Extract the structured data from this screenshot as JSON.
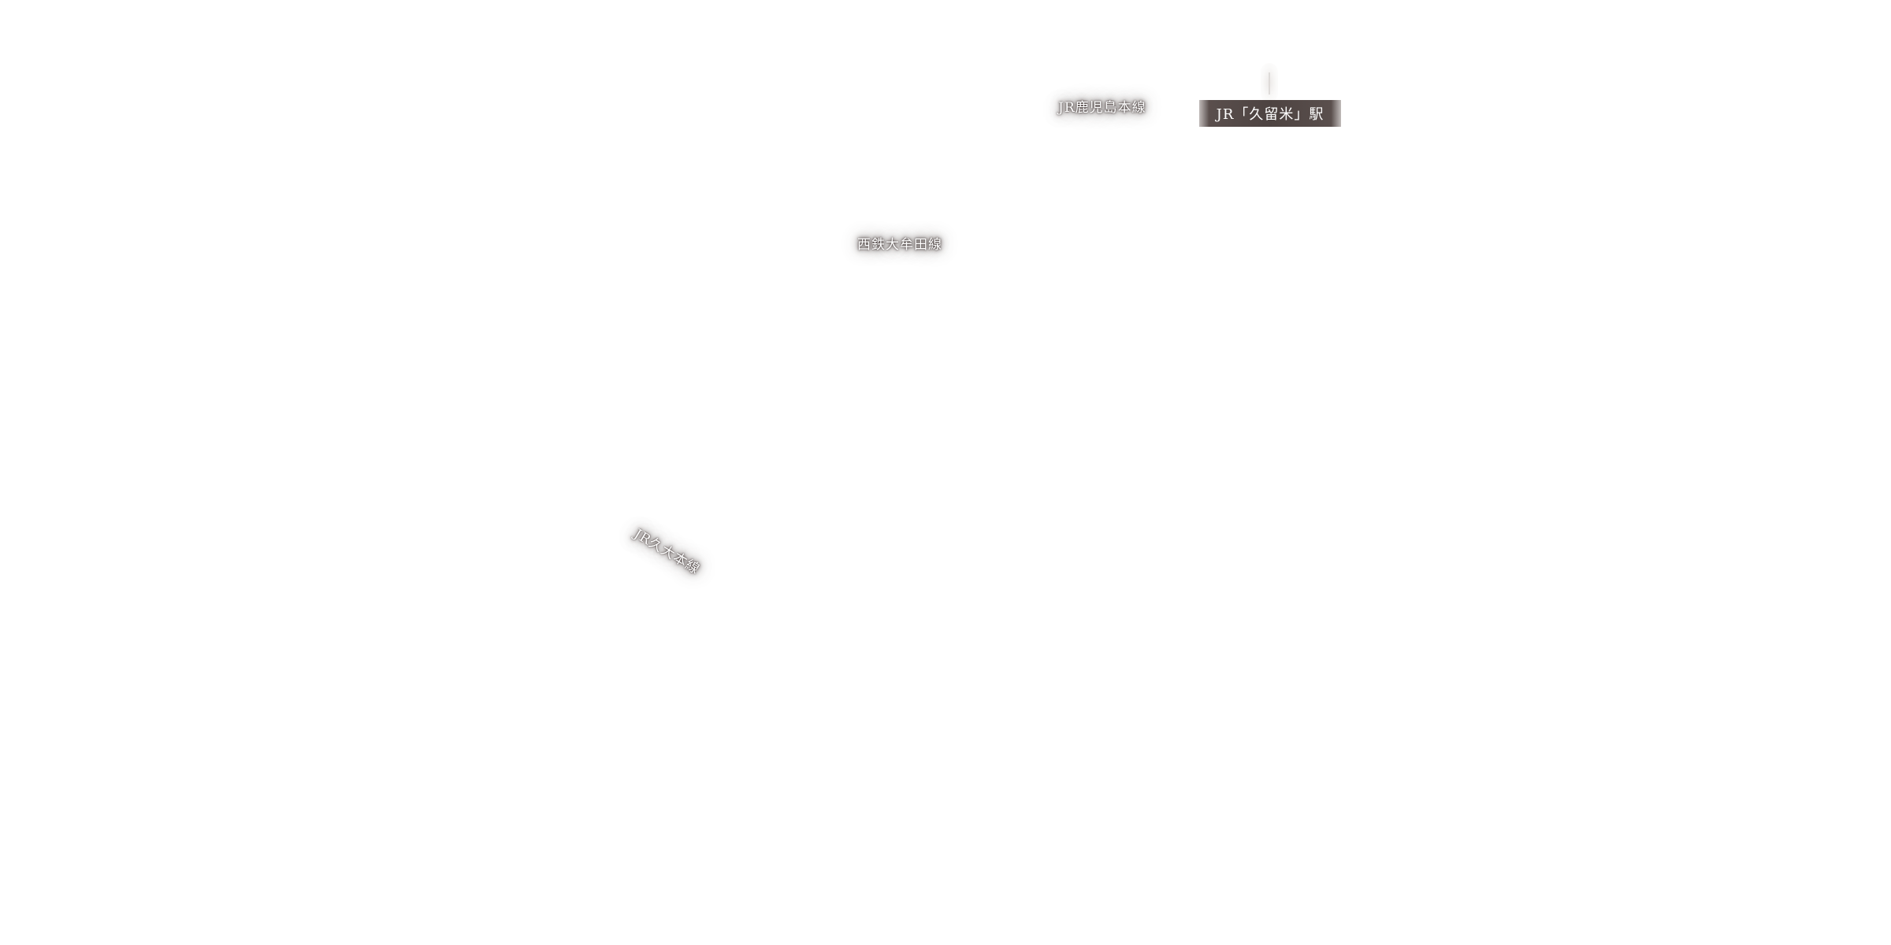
{
  "map": {
    "rail_lines": {
      "kagoshima_main": "JR鹿児島本線",
      "nishitetsu_omuta": "西鉄大牟田線",
      "kyudai_main": "JR久大本線"
    },
    "station": {
      "label": "JR「久留米」駅"
    },
    "colors": {
      "background": "#ffffff",
      "label_text": "#ffffff",
      "label_glow": "#4d4341",
      "station_plate": "#4d4341"
    }
  }
}
